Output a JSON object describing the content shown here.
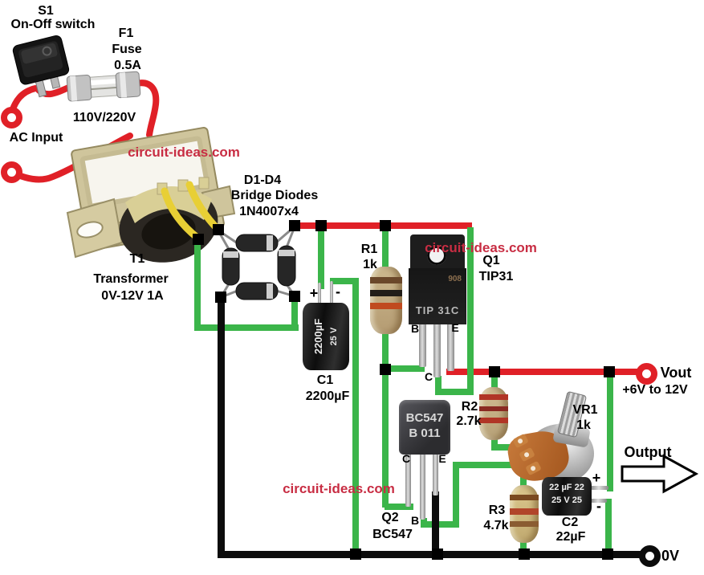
{
  "watermark": {
    "text": "circuit-ideas.com",
    "color": "#c82d43"
  },
  "ac_section": {
    "switch_ref": "S1",
    "switch_desc": "On-Off switch",
    "fuse_ref": "F1",
    "fuse_desc": "Fuse",
    "fuse_value": "0.5A",
    "voltage": "110V/220V",
    "input_label": "AC Input"
  },
  "transformer": {
    "ref": "T1",
    "desc": "Transformer",
    "value": "0V-12V 1A"
  },
  "bridge": {
    "ref": "D1-D4",
    "desc": "Bridge Diodes",
    "value": "1N4007x4"
  },
  "c1": {
    "ref": "C1",
    "value": "2200µF",
    "plus": "+",
    "minus": "-",
    "marking_value": "2200µF",
    "marking_voltage": "25 V"
  },
  "r1": {
    "ref": "R1",
    "value": "1k"
  },
  "q1": {
    "ref": "Q1",
    "value": "TIP31",
    "pin_b": "B",
    "pin_c": "C",
    "pin_e": "E",
    "marking": "TIP 31C",
    "marking_secondary": "908"
  },
  "q2": {
    "ref": "Q2",
    "value": "BC547",
    "pin_c": "C",
    "pin_b": "B",
    "pin_e": "E",
    "marking_line1": "BC547",
    "marking_line2": "B 011"
  },
  "r2": {
    "ref": "R2",
    "value": "2.7k"
  },
  "r3": {
    "ref": "R3",
    "value": "4.7k"
  },
  "vr1": {
    "ref": "VR1",
    "value": "1k"
  },
  "c2": {
    "ref": "C2",
    "value": "22µF",
    "plus": "+",
    "minus": "-",
    "marking_line1": "22 µF 22",
    "marking_line2": "25 V 25"
  },
  "output": {
    "vout_label": "Vout",
    "vout_range": "+6V to 12V",
    "output_label": "Output",
    "ground_label": "0V"
  },
  "colors": {
    "wire_positive": "#e02027",
    "wire_signal": "#3bb54a",
    "wire_ground": "#0c0c0c",
    "wire_secondary": "#e8cf35",
    "watermark": "#c82d43"
  }
}
